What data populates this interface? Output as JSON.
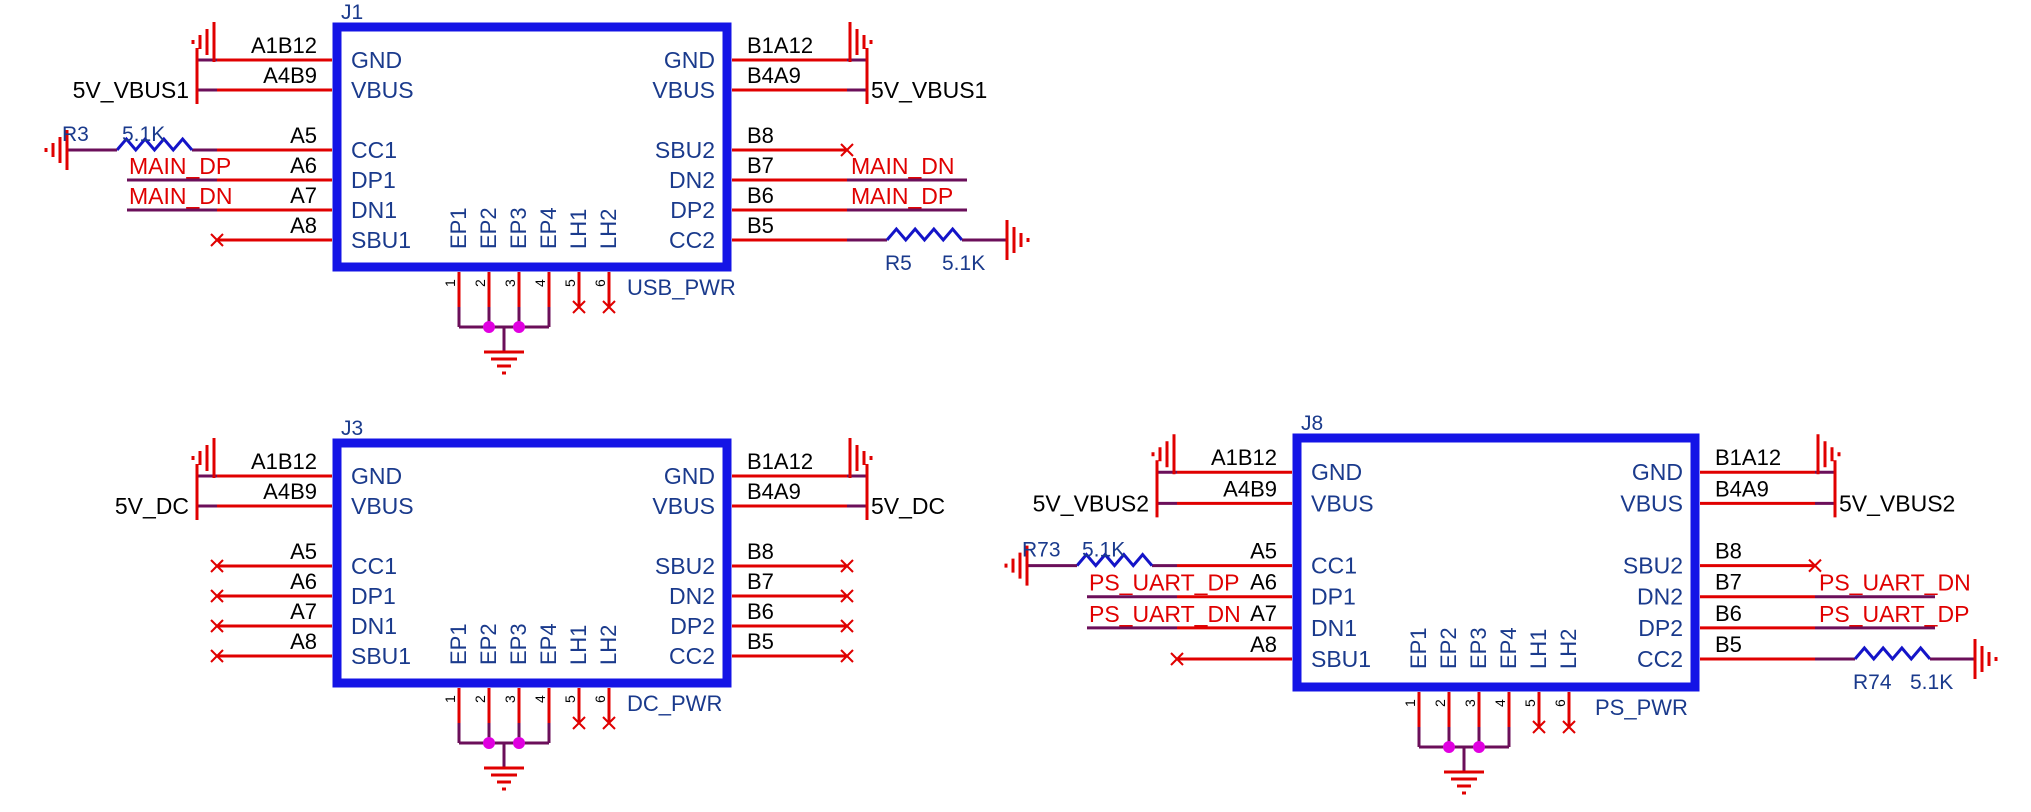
{
  "colors": {
    "body": "#1414e6",
    "pin_line": "#e00000",
    "wire": "#6b0f5a",
    "label_blue": "#1a3a8c",
    "net_red": "#e00000",
    "net_black": "#000000",
    "junction": "#e000e0",
    "resistor": "#1414c8"
  },
  "pin_names": {
    "left": [
      "GND",
      "VBUS",
      "CC1",
      "DP1",
      "DN1",
      "SBU1"
    ],
    "right": [
      "GND",
      "VBUS",
      "SBU2",
      "DN2",
      "DP2",
      "CC2"
    ],
    "bottom": [
      "EP1",
      "EP2",
      "EP3",
      "EP4",
      "LH1",
      "LH2"
    ],
    "bottom_nums": [
      "1",
      "2",
      "3",
      "4",
      "5",
      "6"
    ]
  },
  "pin_numbers": {
    "left": [
      "A1B12",
      "A4B9",
      "A5",
      "A6",
      "A7",
      "A8"
    ],
    "right": [
      "B1A12",
      "B4A9",
      "B8",
      "B7",
      "B6",
      "B5"
    ]
  },
  "connectors": [
    {
      "ref": "J1",
      "name": "USB_PWR",
      "vbus_net": "5V_VBUS1",
      "left": {
        "cc1": {
          "kind": "resistor",
          "ref": "R3",
          "value": "5.1K"
        },
        "dp1": {
          "kind": "net",
          "net": "MAIN_DP"
        },
        "dn1": {
          "kind": "net",
          "net": "MAIN_DN"
        },
        "sbu1": {
          "kind": "nc"
        }
      },
      "right": {
        "sbu2": {
          "kind": "nc"
        },
        "dn2": {
          "kind": "net",
          "net": "MAIN_DN"
        },
        "dp2": {
          "kind": "net",
          "net": "MAIN_DP"
        },
        "cc2": {
          "kind": "resistor",
          "ref": "R5",
          "value": "5.1K"
        }
      }
    },
    {
      "ref": "J3",
      "name": "DC_PWR",
      "vbus_net": "5V_DC",
      "left": {
        "cc1": {
          "kind": "nc"
        },
        "dp1": {
          "kind": "nc"
        },
        "dn1": {
          "kind": "nc"
        },
        "sbu1": {
          "kind": "nc"
        }
      },
      "right": {
        "sbu2": {
          "kind": "nc"
        },
        "dn2": {
          "kind": "nc"
        },
        "dp2": {
          "kind": "nc"
        },
        "cc2": {
          "kind": "nc"
        }
      }
    },
    {
      "ref": "J8",
      "name": "PS_PWR",
      "vbus_net": "5V_VBUS2",
      "left": {
        "cc1": {
          "kind": "resistor",
          "ref": "R73",
          "value": "5.1K"
        },
        "dp1": {
          "kind": "net",
          "net": "PS_UART_DP"
        },
        "dn1": {
          "kind": "net",
          "net": "PS_UART_DN"
        },
        "sbu1": {
          "kind": "nc"
        }
      },
      "right": {
        "sbu2": {
          "kind": "nc"
        },
        "dn2": {
          "kind": "net",
          "net": "PS_UART_DN"
        },
        "dp2": {
          "kind": "net",
          "net": "PS_UART_DP"
        },
        "cc2": {
          "kind": "resistor",
          "ref": "R74",
          "value": "5.1K"
        }
      }
    }
  ]
}
